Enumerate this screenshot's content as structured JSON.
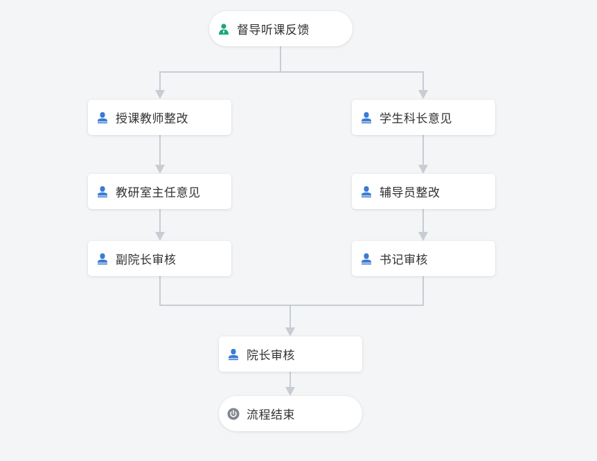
{
  "colors": {
    "background": "#f4f5f7",
    "node_bg": "#ffffff",
    "connector": "#c8ccd3",
    "user_icon": "#3a7bd5",
    "start_icon": "#1aa77f",
    "end_icon": "#80868f",
    "text": "#303133"
  },
  "flow": {
    "start": {
      "label": "督导听课反馈",
      "icon": "user-avatar-icon"
    },
    "left_branch": [
      {
        "label": "授课教师整改",
        "icon": "user-icon"
      },
      {
        "label": "教研室主任意见",
        "icon": "user-icon"
      },
      {
        "label": "副院长审核",
        "icon": "user-icon"
      }
    ],
    "right_branch": [
      {
        "label": "学生科长意见",
        "icon": "user-icon"
      },
      {
        "label": "辅导员整改",
        "icon": "user-icon"
      },
      {
        "label": "书记审核",
        "icon": "user-icon"
      }
    ],
    "merge": {
      "label": "院长审核",
      "icon": "user-icon"
    },
    "end": {
      "label": "流程结束",
      "icon": "power-icon"
    }
  }
}
